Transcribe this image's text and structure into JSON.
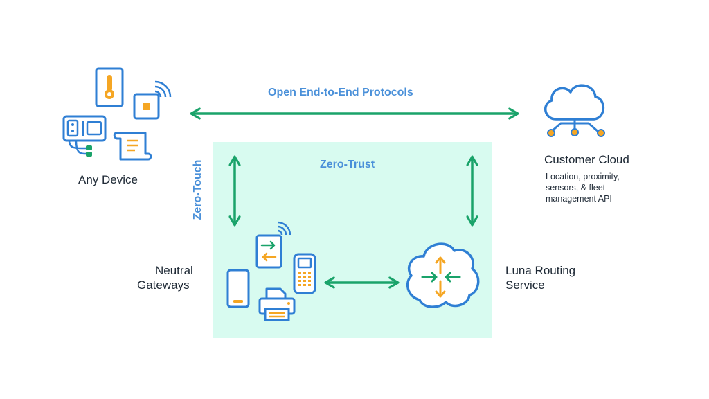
{
  "nodes": {
    "any_device": "Any Device",
    "customer_cloud": "Customer Cloud",
    "customer_cloud_desc": [
      "Location, proximity,",
      "sensors, & fleet",
      "management API"
    ],
    "neutral_gateways": [
      "Neutral",
      "Gateways"
    ],
    "luna_routing": [
      "Luna Routing",
      "Service"
    ]
  },
  "edges": {
    "open_protocols": "Open End-to-End Protocols",
    "zero_trust": "Zero-Trust",
    "zero_touch": "Zero-Touch"
  },
  "colors": {
    "green": "#1aa36a",
    "blue": "#2f7fd4",
    "orange": "#f5a623",
    "zone": "#d8fbf0",
    "label_blue": "#4a90d9"
  },
  "icons": [
    "thermometer-icon",
    "sensor-icon",
    "controller-icon",
    "receipt-icon",
    "cloud-network-icon",
    "mobile-transfer-icon",
    "phone-icon",
    "scanner-icon",
    "printer-icon",
    "routing-cloud-icon"
  ]
}
